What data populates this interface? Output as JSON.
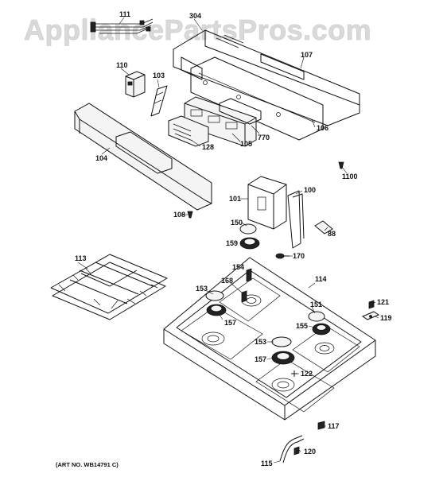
{
  "watermark": "AppliancePartsPros.com",
  "art_number": "(ART NO. WB14791 C)",
  "labels": {
    "p111": "111",
    "p304": "304",
    "p107": "107",
    "p110": "110",
    "p103": "103",
    "p128": "128",
    "p105": "105",
    "p770": "770",
    "p106": "106",
    "p104": "104",
    "p1100": "1100",
    "p101": "101",
    "p100": "100",
    "p108": "108",
    "p150": "150",
    "p88": "88",
    "p159": "159",
    "p170": "170",
    "p113": "113",
    "p154": "154",
    "p114": "114",
    "p153a": "153",
    "p168": "168",
    "p121": "121",
    "p151": "151",
    "p157a": "157",
    "p119": "119",
    "p155": "155",
    "p153b": "153",
    "p157b": "157",
    "p122": "122",
    "p117": "117",
    "p120": "120",
    "p115": "115"
  }
}
